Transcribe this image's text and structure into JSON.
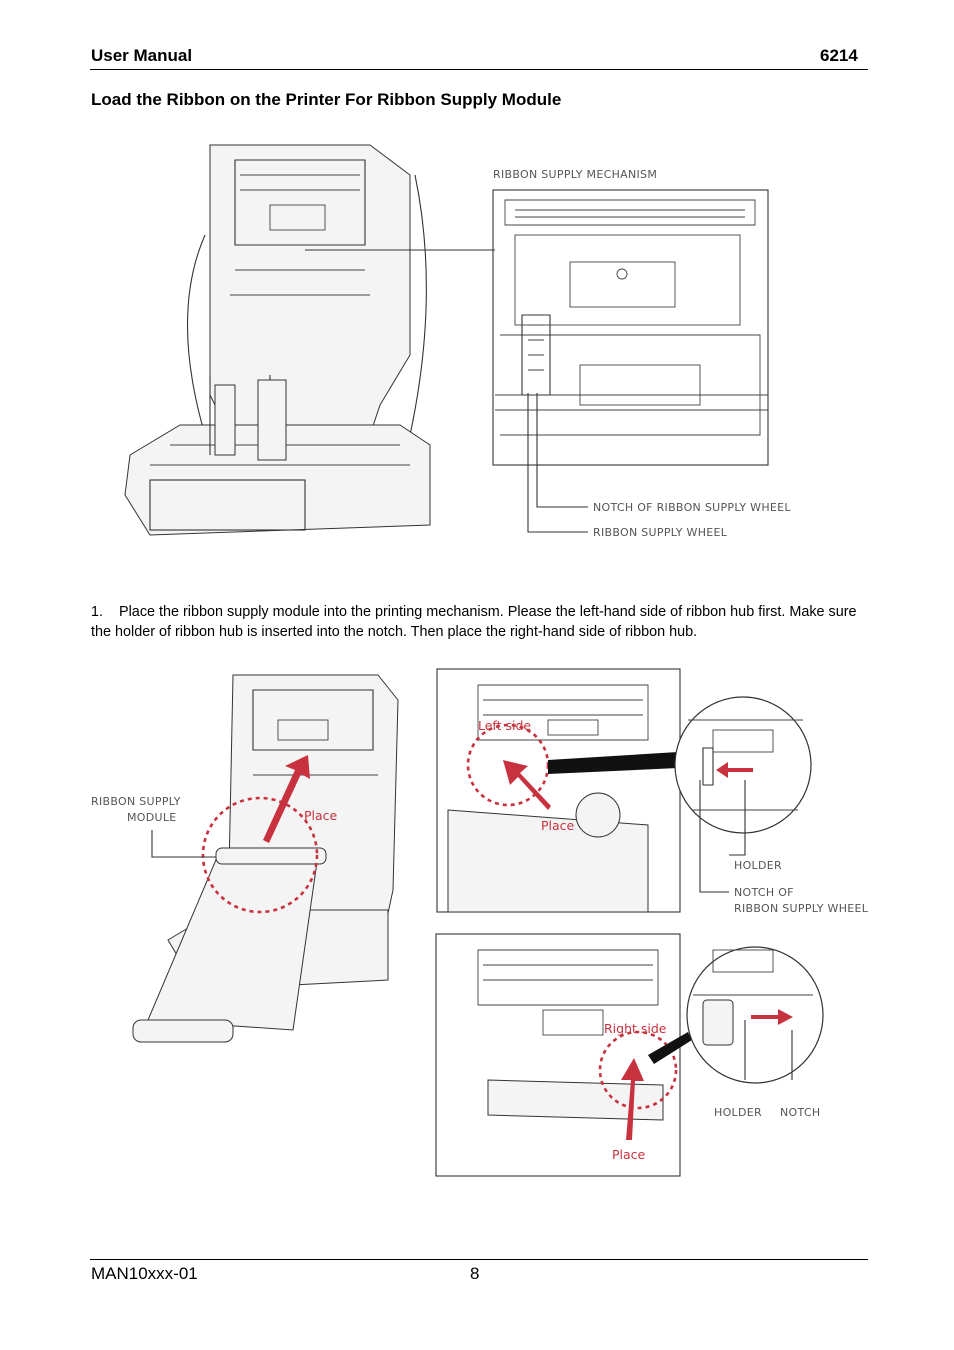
{
  "header": {
    "left": "User Manual",
    "right": "6214"
  },
  "section_title": "Load the Ribbon on the Printer For Ribbon Supply Module",
  "figure1": {
    "label_mechanism": "RIBBON SUPPLY MECHANISM",
    "label_notch": "NOTCH OF RIBBON SUPPLY WHEEL",
    "label_wheel": "RIBBON SUPPLY WHEEL"
  },
  "step1": {
    "number": "1.",
    "text": "Place the ribbon supply module into the printing mechanism. Please the left-hand side of ribbon hub first. Make sure the holder of ribbon hub is inserted into the notch. Then place the right-hand side of ribbon hub."
  },
  "figure2": {
    "label_module_line1": "RIBBON SUPPLY",
    "label_module_line2": "MODULE",
    "place": "Place",
    "left_side": "Left side",
    "right_side": "Right side",
    "holder": "HOLDER",
    "notch_line1": "NOTCH OF",
    "notch_line2": "RIBBON SUPPLY WHEEL",
    "notch": "NOTCH"
  },
  "footer": {
    "doc_id": "MAN10xxx-01",
    "page": "8"
  },
  "colors": {
    "accent_red": "#c8323e",
    "line": "#333333"
  }
}
